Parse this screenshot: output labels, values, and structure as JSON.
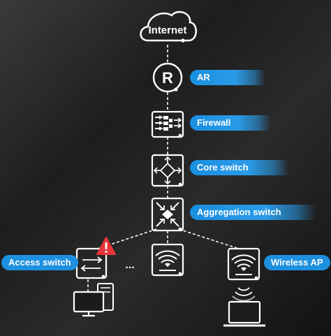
{
  "nodes": {
    "internet": "Internet",
    "ar": "AR",
    "firewall": "Firewall",
    "core_switch": "Core switch",
    "aggregation_switch": "Aggregation switch",
    "access_switch": "Access switch",
    "ellipsis": "...",
    "wireless_ap": "Wireless AP"
  },
  "icons": {
    "cloud": "cloud-icon",
    "router": "router-icon",
    "firewall": "firewall-icon",
    "core_switch": "core-switch-icon",
    "aggregation_switch": "aggregation-switch-icon",
    "access_switch": "access-switch-icon",
    "warning": "warning-icon",
    "ap_left": "wireless-ap-icon",
    "ap_right": "wireless-ap-icon",
    "desktop": "desktop-pc-icon",
    "laptop": "laptop-icon",
    "wifi": "wifi-signal-icon"
  },
  "colors": {
    "label_bg": "#1e90e0",
    "line": "#ffffff",
    "warning": "#e8353a",
    "background": "#1c1c1c"
  }
}
